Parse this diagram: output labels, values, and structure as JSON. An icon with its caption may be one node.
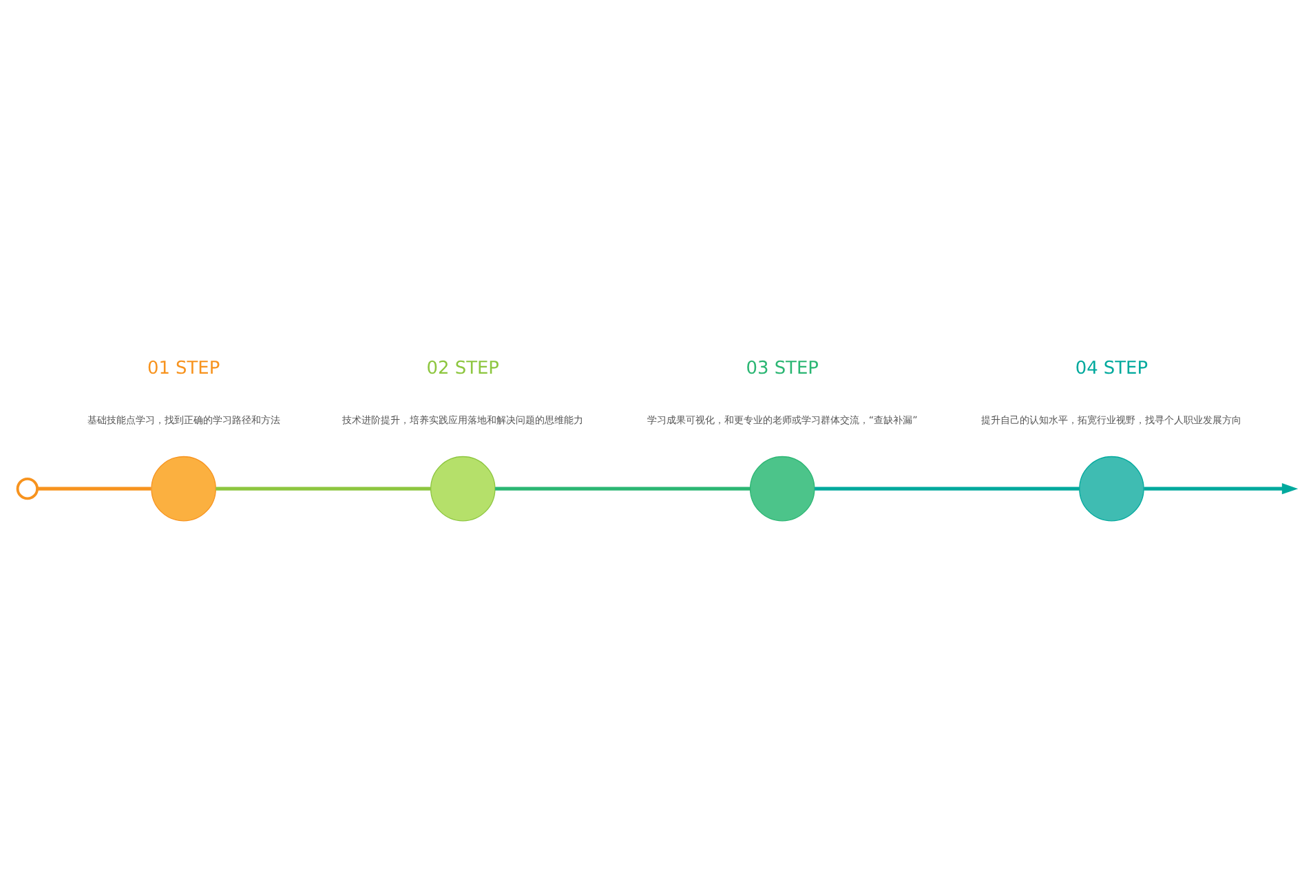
{
  "diagram": {
    "nodes": [
      {
        "text": [],
        "shape": "circle"
      },
      {
        "text": [],
        "shape": "circle",
        "beside": [
          "01 STEP",
          "基础技能点学习，找到正确的学习路径和方法"
        ]
      },
      {
        "text": [],
        "shape": "circle",
        "beside": [
          "02 STEP",
          "技术进阶提升，培养实践应用落地和解决问题的思维能力"
        ]
      },
      {
        "text": [],
        "shape": "circle",
        "beside": [
          "03 STEP",
          "学习成果可视化，和更专业的老师或学习群体交流，“查缺补漏”"
        ]
      },
      {
        "text": [],
        "shape": "circle",
        "beside": [
          "04 STEP",
          "提升自己的认知水平，拓宽行业视野，找寻个人职业发展方向"
        ]
      }
    ],
    "edges": [
      {
        "from": 0,
        "to": 1,
        "arrow": "none",
        "color": "#f7931e"
      },
      {
        "from": 1,
        "to": 2,
        "arrow": "none",
        "color": "#8dc63f"
      },
      {
        "from": 2,
        "to": 3,
        "arrow": "none",
        "color": "#2bb673"
      },
      {
        "from": 3,
        "to": 4,
        "arrow": "none",
        "color": "#00a99d"
      },
      {
        "from": 4,
        "to": null,
        "arrow": "to",
        "color": "#00a99d"
      }
    ]
  }
}
